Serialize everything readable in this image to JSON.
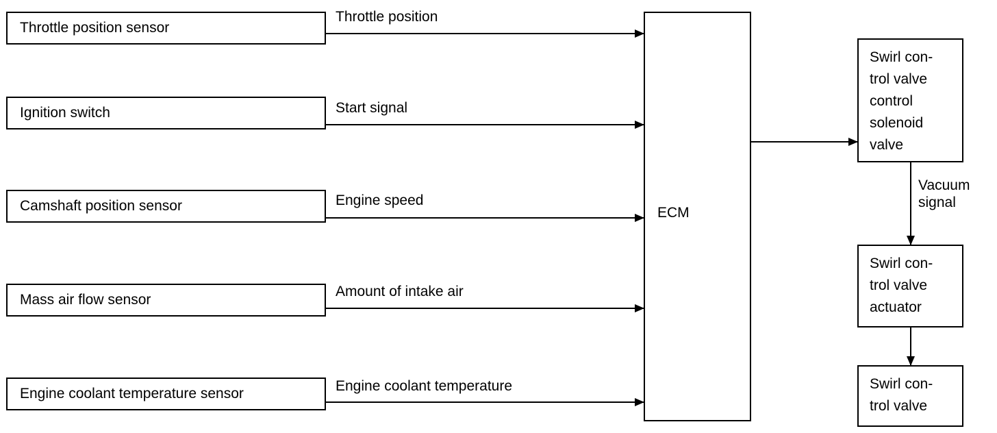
{
  "inputs": [
    {
      "sensor": "Throttle position sensor",
      "signal": "Throttle position"
    },
    {
      "sensor": "Ignition switch",
      "signal": "Start signal"
    },
    {
      "sensor": "Camshaft position sensor",
      "signal": "Engine speed"
    },
    {
      "sensor": "Mass air flow sensor",
      "signal": "Amount of intake air"
    },
    {
      "sensor": "Engine coolant temperature sensor",
      "signal": "Engine coolant temperature"
    }
  ],
  "ecm": {
    "label": "ECM"
  },
  "outputs": {
    "solenoid_valve": "Swirl con-\ntrol valve\ncontrol\nsolenoid\nvalve",
    "vacuum_signal": "Vacuum\nsignal",
    "actuator": "Swirl con-\ntrol valve\nactuator",
    "valve": "Swirl con-\ntrol valve"
  },
  "colors": {
    "line": "#000000",
    "background": "#ffffff"
  }
}
